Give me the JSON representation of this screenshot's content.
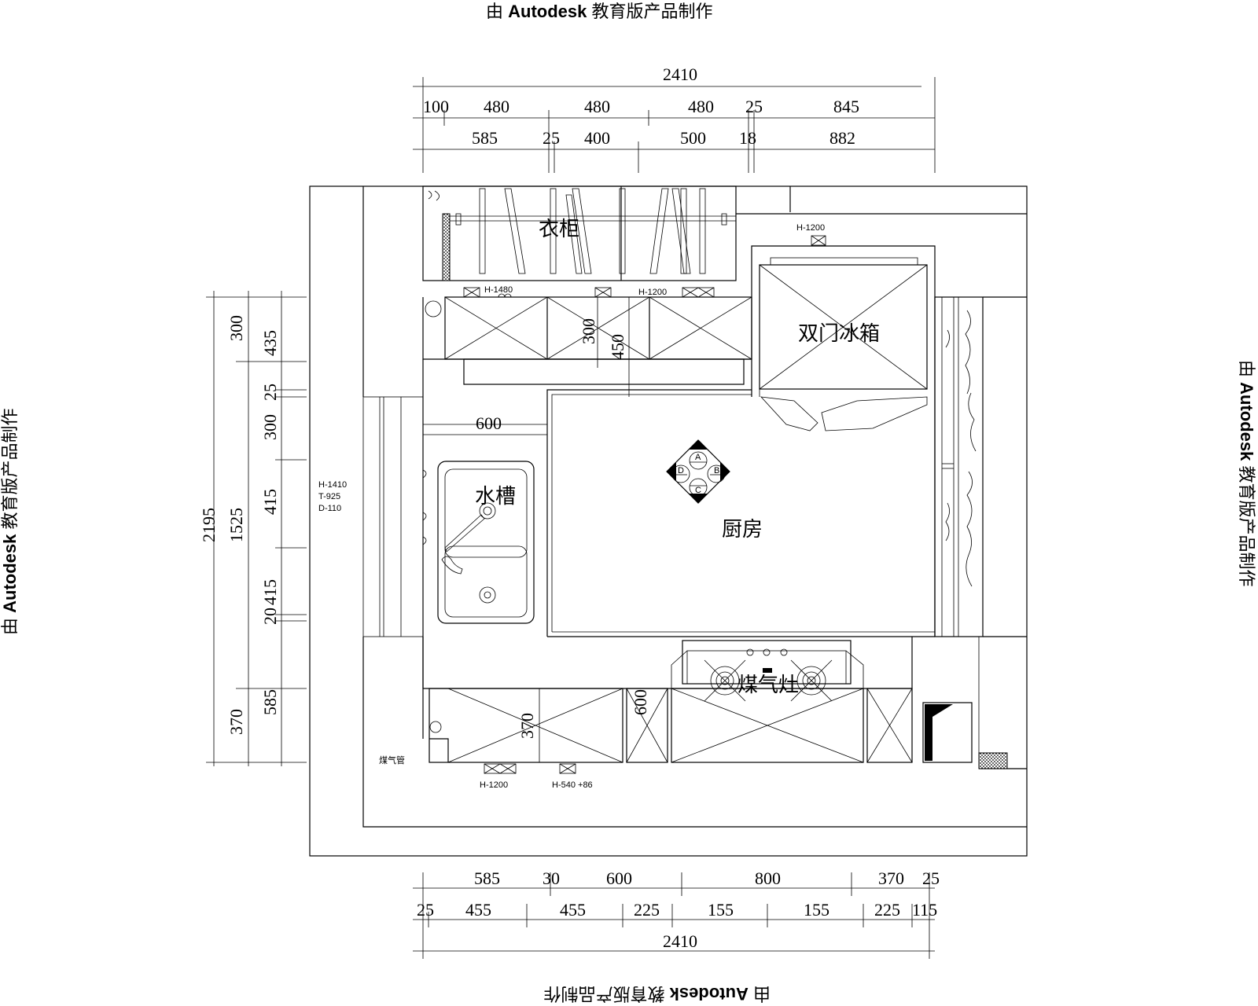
{
  "watermark": {
    "prefix": "由",
    "brand": "Autodesk",
    "suffix": "教育版产品制作"
  },
  "rooms": {
    "wardrobe": "衣柜",
    "fridge": "双门冰箱",
    "sink": "水槽",
    "kitchen": "厨房",
    "stove": "煤气灶"
  },
  "notes": {
    "top_cabinet_1": "H-1480",
    "top_cabinet_2": "H-1200",
    "fridge_note": "H-1200",
    "window": [
      "H-1410",
      "T-925",
      "D-110"
    ],
    "bottom_1": "H-1200",
    "bottom_2": "H-540 +86",
    "gas_pipe": "煤气管"
  },
  "compass": [
    "A",
    "B",
    "C",
    "D"
  ],
  "dims": {
    "top_total": "2410",
    "top_row1": [
      "100",
      "480",
      "480",
      "480",
      "25",
      "845"
    ],
    "top_row2": [
      "585",
      "25",
      "400",
      "500",
      "18",
      "882"
    ],
    "bottom_row1": [
      "585",
      "30",
      "600",
      "800",
      "370",
      "25"
    ],
    "bottom_row2": [
      "25",
      "455",
      "455",
      "225",
      "155",
      "155",
      "225",
      "115"
    ],
    "bottom_total": "2410",
    "left_total": "2195",
    "left_mid": [
      "300",
      "1525",
      "370"
    ],
    "left_inner": [
      "435",
      "25",
      "300",
      "415",
      "415",
      "20",
      "585"
    ],
    "inner_600": "600",
    "inner_300": "300",
    "inner_450": "450",
    "inner_370": "370",
    "inner_600b": "600"
  }
}
